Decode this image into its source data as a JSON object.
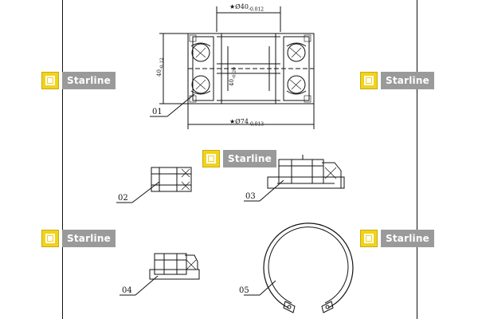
{
  "brand": {
    "name": "Starline"
  },
  "dimensions": {
    "inner_diameter": "★Ø40",
    "inner_diameter_tol": "-0.012",
    "outer_diameter": "★Ø74",
    "outer_diameter_tol": "-0.013",
    "width_left": "40",
    "width_left_tol": "-0.12",
    "width_inner": "40",
    "width_inner_tol": "-0.20"
  },
  "parts": [
    {
      "id": "01"
    },
    {
      "id": "02"
    },
    {
      "id": "03"
    },
    {
      "id": "04"
    },
    {
      "id": "05"
    }
  ],
  "colors": {
    "logo_yellow": "#f2d21b",
    "logo_grey": "#9a9a9a",
    "line": "#111111"
  }
}
